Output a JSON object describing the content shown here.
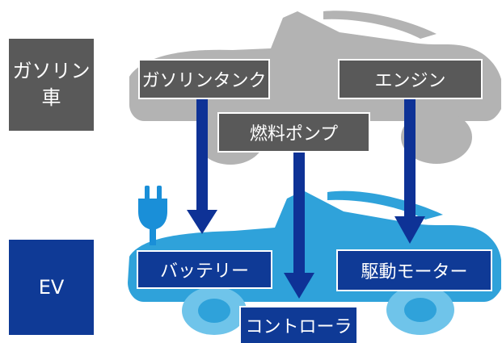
{
  "categories": {
    "gasoline": {
      "line1": "ガソリン",
      "line2": "車"
    },
    "ev": {
      "label": "EV"
    }
  },
  "gasoline_parts": {
    "tank": "ガソリンタンク",
    "engine": "エンジン",
    "fuel_pump": "燃料ポンプ"
  },
  "ev_parts": {
    "battery": "バッテリー",
    "motor": "駆動モーター",
    "controller": "コントローラ"
  },
  "colors": {
    "gasoline_car": "#b3b3b3",
    "gasoline_box": "#595959",
    "ev_car": "#2fa2da",
    "ev_car_wheel": "#6fc4ea",
    "ev_box": "#0f3a96",
    "arrow": "#0e3296"
  },
  "icons": [
    "plug-icon"
  ]
}
